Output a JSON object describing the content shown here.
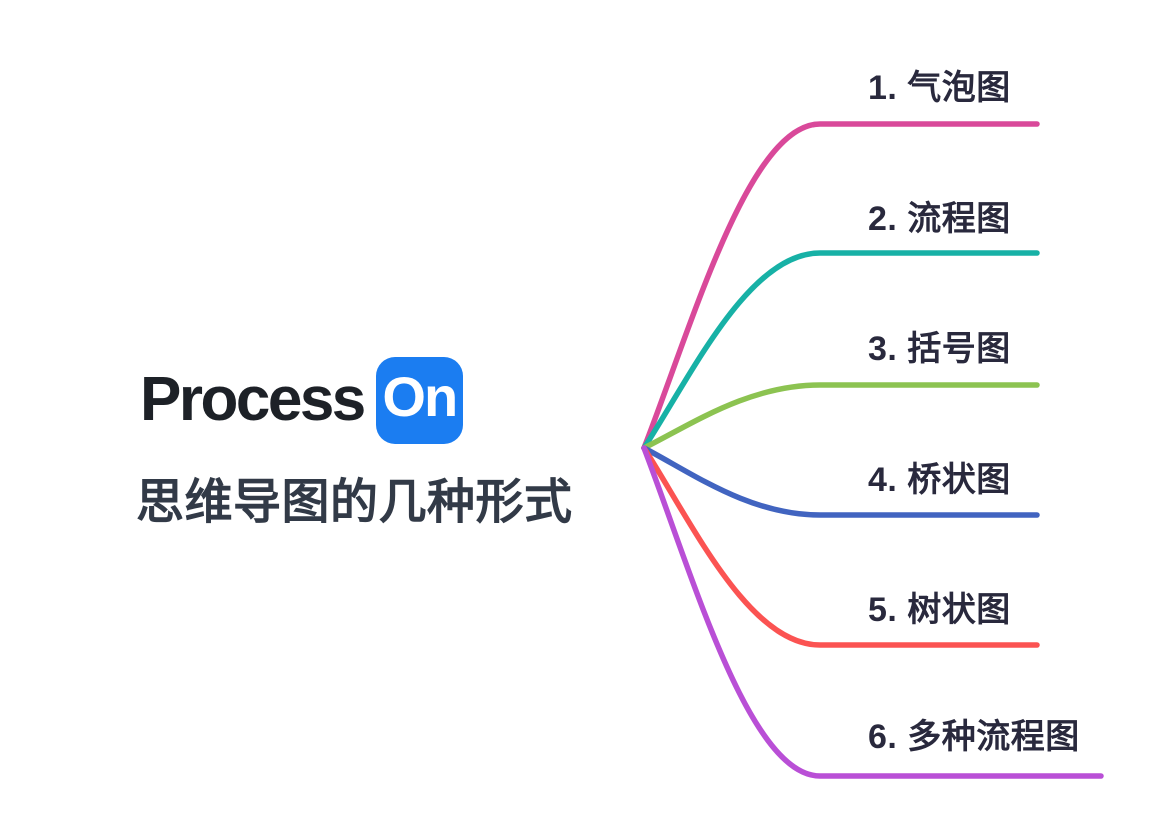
{
  "logo": {
    "text": "Process",
    "badge": "On",
    "badge_bg": "#1b7df1",
    "text_color": "#1d2127"
  },
  "central_topic": {
    "label": "思维导图的几种形式",
    "color": "#323a47"
  },
  "branch_label_color": "#29293d",
  "background": "#ffffff",
  "branches": [
    {
      "label": "1. 气泡图",
      "color": "#d9499a"
    },
    {
      "label": "2. 流程图",
      "color": "#17b1a6"
    },
    {
      "label": "3. 括号图",
      "color": "#8cc351"
    },
    {
      "label": "4. 桥状图",
      "color": "#4164c0"
    },
    {
      "label": "5. 树状图",
      "color": "#fb5352"
    },
    {
      "label": "6. 多种流程图",
      "color": "#b94fd6"
    }
  ]
}
